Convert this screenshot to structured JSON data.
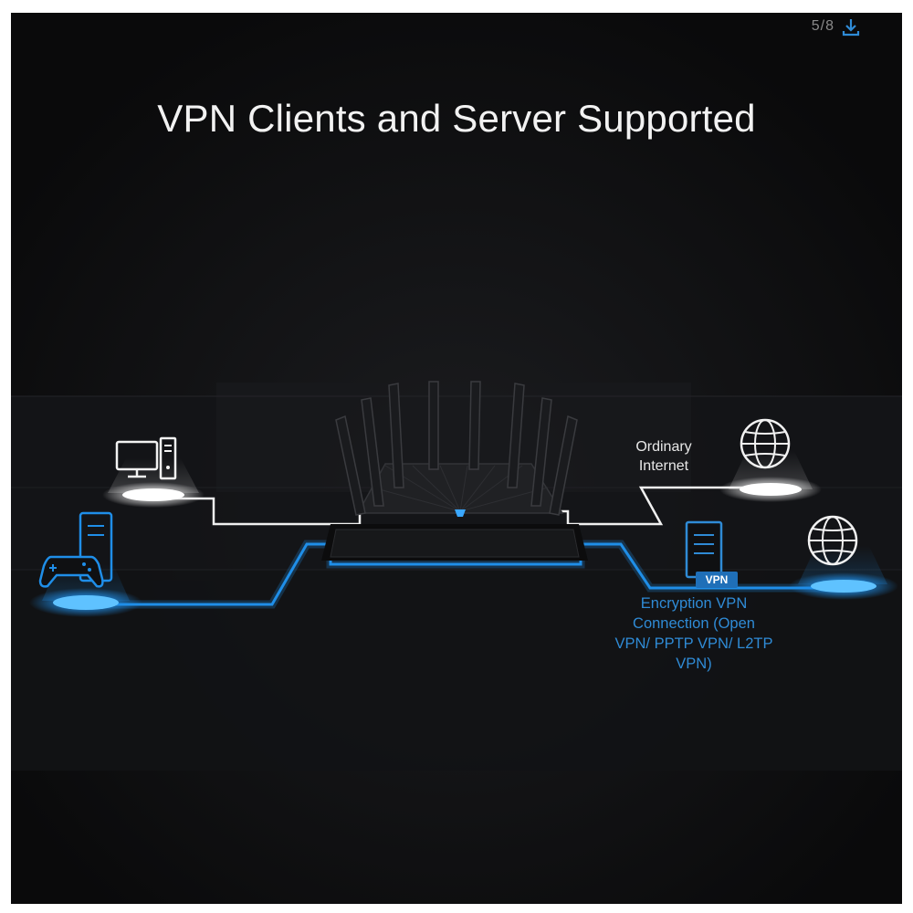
{
  "gallery": {
    "counter": "5/8",
    "download_icon": "download-icon"
  },
  "banner": {
    "title": "VPN Clients and Server Supported",
    "ordinary_internet_label": "Ordinary Internet",
    "vpn_connection_label": "Encryption VPN Connection (Open VPN/ PPTP VPN/ L2TP VPN)",
    "vpn_tag": "VPN"
  },
  "icons": {
    "left_top": "desktop-computer-icon",
    "left_bottom": "gamepad-and-tower-icon",
    "right_top": "globe-icon",
    "right_bottom": "globe-icon",
    "center": "router-icon",
    "vpn_server": "vpn-server-icon"
  },
  "colors": {
    "background": "#0f1012",
    "line_white": "#f0f0f0",
    "line_blue": "#1f8ee8",
    "vpn_text": "#2f8bd6"
  }
}
